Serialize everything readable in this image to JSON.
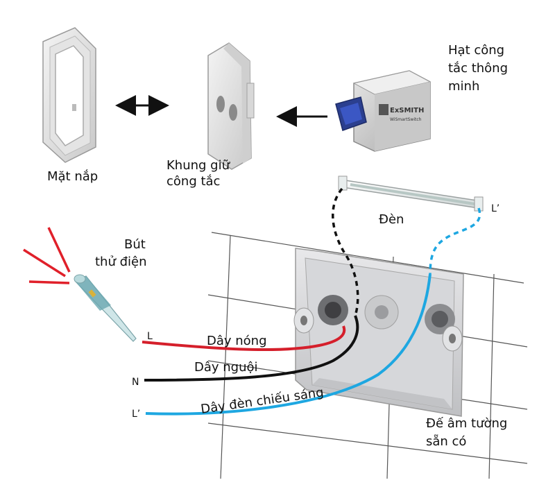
{
  "labels": {
    "mat_nap": "Mặt nắp",
    "khung_line1": "Khung giữ",
    "khung_line2": "công tắc",
    "hat_line1": "Hạt công",
    "hat_line2": "tắc thông",
    "hat_line3": "minh",
    "den": "Đèn",
    "l_prime_top": "L’",
    "but_line1": "Bút",
    "but_line2": "thử điện",
    "l": "L",
    "n": "N",
    "l_prime_left": "L’",
    "day_nong": "Dây nóng",
    "day_nguoi": "Dây nguội",
    "day_den": "Dây đèn chiếu sáng",
    "de_line1": "Đế âm tường",
    "de_line2": "sẵn có"
  },
  "module_text": {
    "brand": "ExSMITH",
    "model": "WiSmartSwitch"
  },
  "colors": {
    "hot_wire": "#d51f2b",
    "neutral_wire": "#111111",
    "light_wire": "#1ea7e1",
    "tester_ray": "#e0202a",
    "grid": "#555555"
  }
}
